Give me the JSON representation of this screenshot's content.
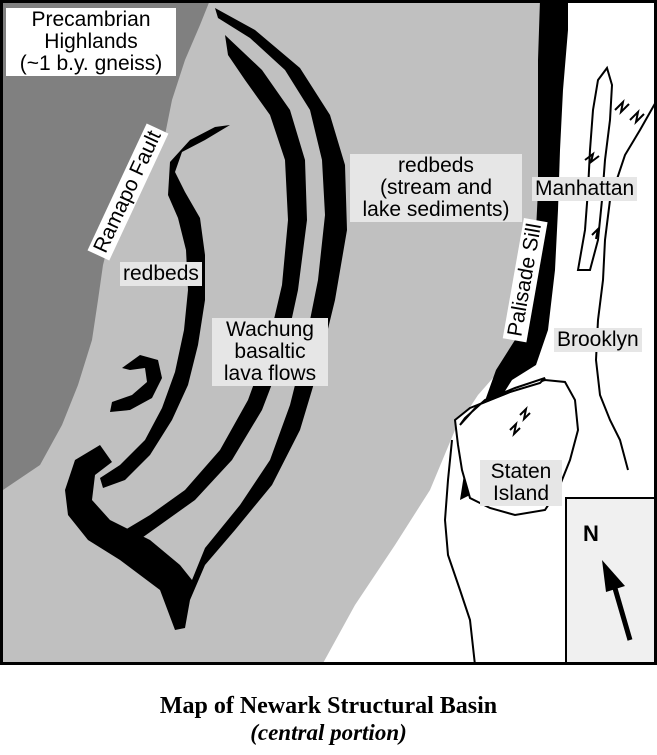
{
  "map": {
    "labels": {
      "highlands": "Precambrian\nHighlands\n(~1 b.y. gneiss)",
      "ramapo_fault": "Ramapo Fault",
      "redbeds_west": "redbeds",
      "redbeds_east": "redbeds\n(stream and\nlake sediments)",
      "wachung": "Wachung\nbasaltic\nlava flows",
      "palisade_sill": "Palisade Sill",
      "manhattan": "Manhattan",
      "brooklyn": "Brooklyn",
      "staten_island": "Staten\nIsland",
      "north": "N"
    },
    "colors": {
      "redbeds": "#c0c0c0",
      "highlands": "#808080",
      "basalt": "#000000",
      "water_land": "#ffffff",
      "compass_bg": "#f0f0f0"
    },
    "icons": {
      "compass": "north-arrow-icon"
    }
  },
  "caption": {
    "title": "Map of Newark Structural Basin",
    "subtitle": "(central portion)"
  }
}
